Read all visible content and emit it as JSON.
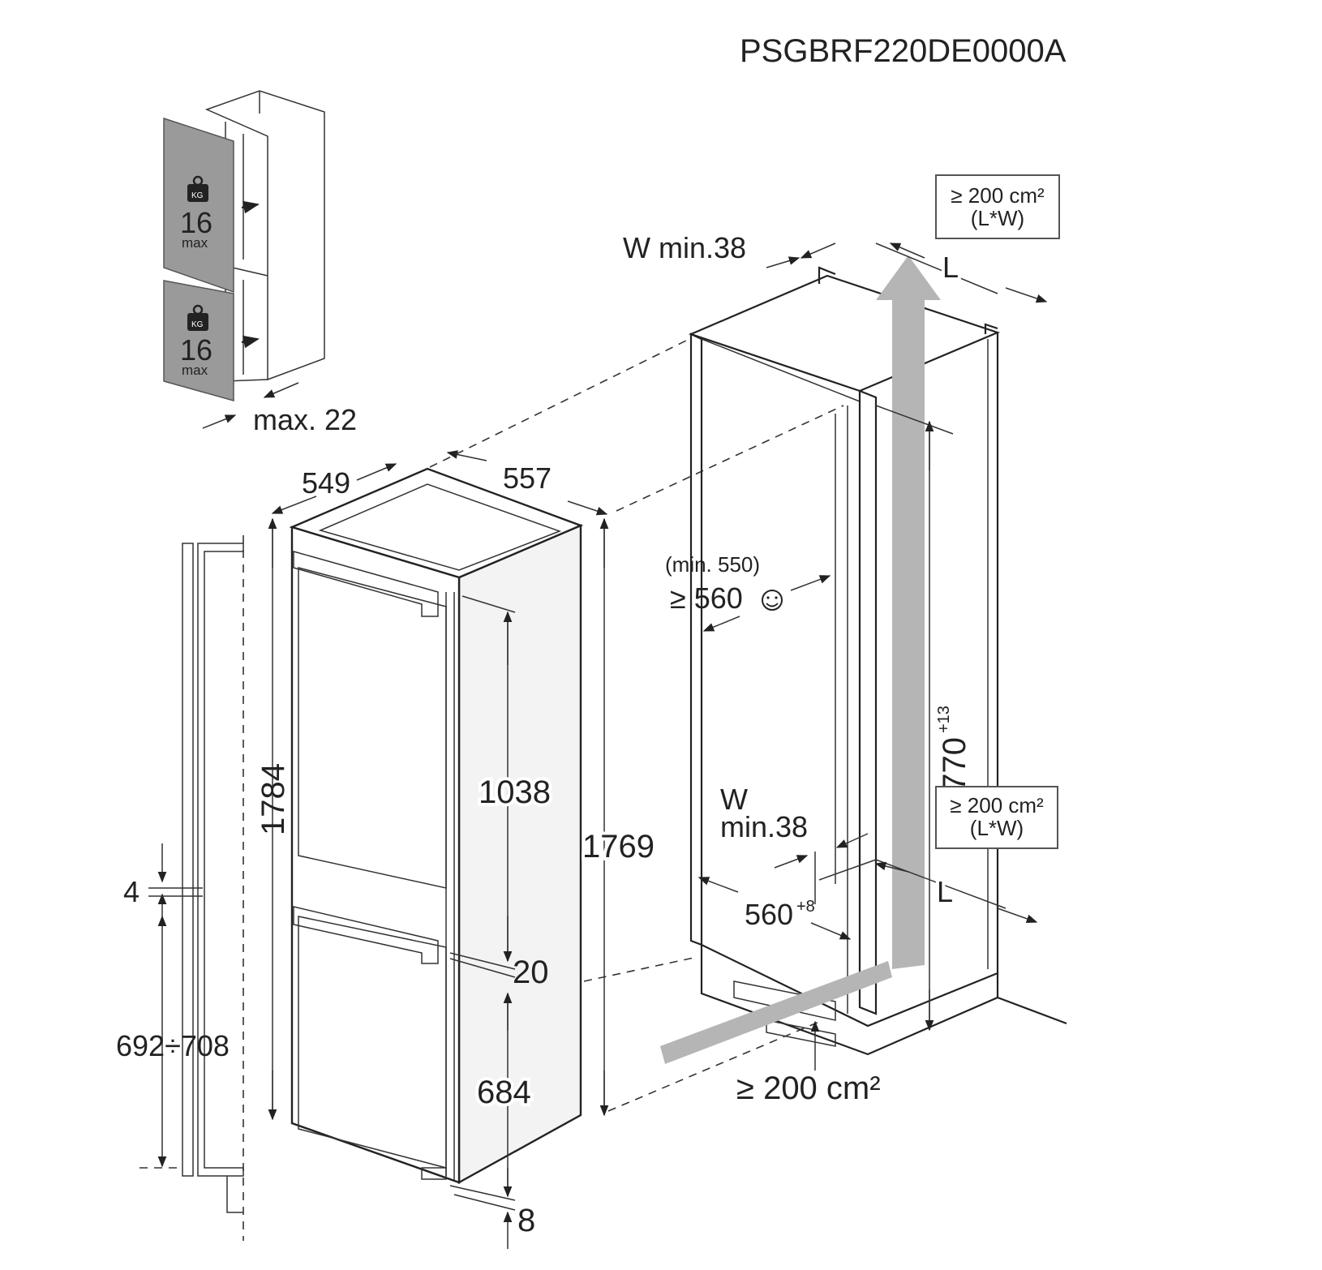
{
  "model": "PSGBRF220DE0000A",
  "door_panels": {
    "load_upper": "16",
    "load_lower": "16",
    "load_unit": "max",
    "kg_label": "KG",
    "max_gap": "max. 22"
  },
  "appliance": {
    "depth": "549",
    "width": "557",
    "height_total": "1784",
    "height_side": "1769",
    "upper_door": "1038",
    "door_gap": "20",
    "lower_door": "684",
    "bottom": "8"
  },
  "door_rail": {
    "gap": "4",
    "range": "692÷708"
  },
  "niche": {
    "w_top": "W min.38",
    "l_top": "L",
    "vent_top_line1": "≥ 200 cm²",
    "vent_top_line2": "(L*W)",
    "min_depth_1": "(min. 550)",
    "min_depth_2": "≥ 560",
    "height_value": "1770",
    "height_tol": "+13",
    "w_mid_1": "W",
    "w_mid_2": "min.38",
    "vent_mid_line1": "≥ 200 cm²",
    "vent_mid_line2": "(L*W)",
    "l_mid": "L",
    "width_value": "560",
    "width_tol": "+8",
    "vent_bottom": "≥ 200 cm²"
  }
}
